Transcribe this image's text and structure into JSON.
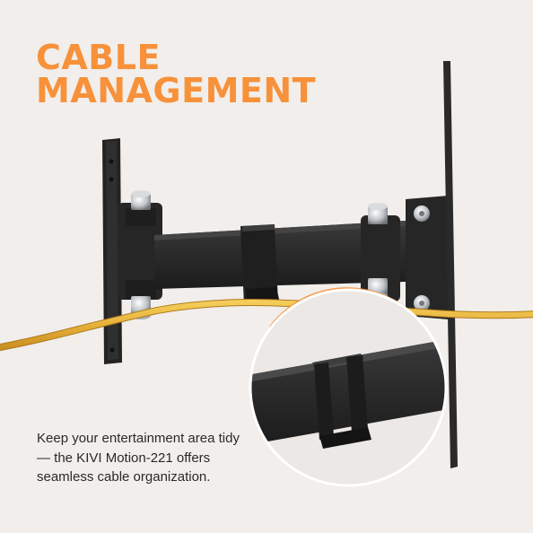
{
  "headline": {
    "line1": "CABLE",
    "line2": "MANAGEMENT"
  },
  "description": "Keep your entertainment area tidy — the KIVI Motion-221 offers seamless cable organization.",
  "colors": {
    "background": "#f1eeeb",
    "accent": "#f7913a",
    "mount": "#2b2b2b",
    "cable": "#e9b43a"
  }
}
